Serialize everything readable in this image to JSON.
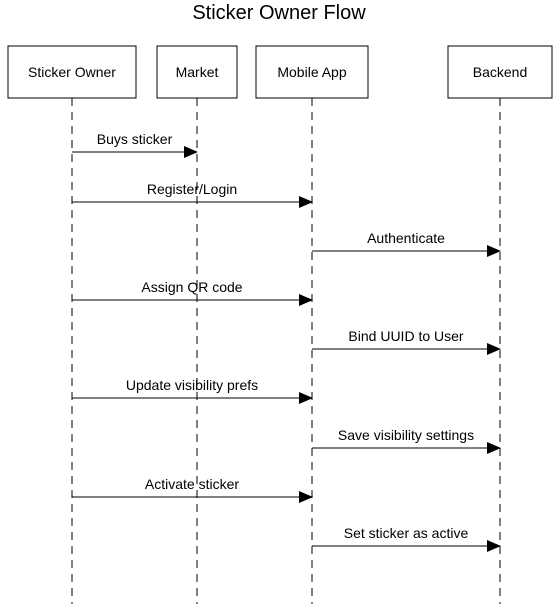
{
  "title": "Sticker Owner Flow",
  "participants": [
    {
      "id": "owner",
      "label": "Sticker Owner"
    },
    {
      "id": "market",
      "label": "Market"
    },
    {
      "id": "app",
      "label": "Mobile App"
    },
    {
      "id": "backend",
      "label": "Backend"
    }
  ],
  "messages": [
    {
      "from": "owner",
      "to": "market",
      "label": "Buys sticker"
    },
    {
      "from": "owner",
      "to": "app",
      "label": "Register/Login"
    },
    {
      "from": "app",
      "to": "backend",
      "label": "Authenticate"
    },
    {
      "from": "owner",
      "to": "app",
      "label": "Assign QR code"
    },
    {
      "from": "app",
      "to": "backend",
      "label": "Bind UUID to User"
    },
    {
      "from": "owner",
      "to": "app",
      "label": "Update visibility prefs"
    },
    {
      "from": "app",
      "to": "backend",
      "label": "Save visibility settings"
    },
    {
      "from": "owner",
      "to": "app",
      "label": "Activate sticker"
    },
    {
      "from": "app",
      "to": "backend",
      "label": "Set sticker as active"
    }
  ]
}
